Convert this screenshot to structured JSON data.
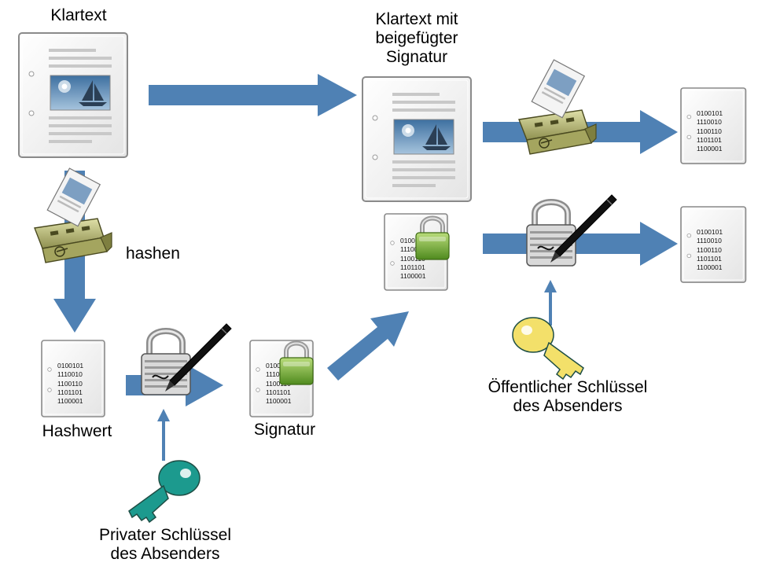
{
  "labels": {
    "plaintext": "Klartext",
    "signed_line1": "Klartext mit",
    "signed_line2": "beigefügter",
    "signed_line3": "Signatur",
    "hash_action": "hashen",
    "hash_value": "Hashwert",
    "signature": "Signatur",
    "private_key_line1": "Privater Schlüssel",
    "private_key_line2": "des Absenders",
    "public_key_line1": "Öffentlicher Schlüssel",
    "public_key_line2": "des Absenders"
  },
  "binary_lines": [
    "0100101",
    "1110010",
    "1100110",
    "1101101",
    "1100001"
  ],
  "colors": {
    "arrow": "#4f81b4",
    "private_key": "#1c9a8e",
    "public_key": "#f3e06a",
    "padlock_shackle": "#c8c8c8",
    "padlock_green": "#7cb342",
    "document_border": "#8a8a8a"
  },
  "icons": [
    "document-icon",
    "binary-document-icon",
    "shredder-icon",
    "padlock-icon",
    "pen-icon",
    "key-icon"
  ]
}
